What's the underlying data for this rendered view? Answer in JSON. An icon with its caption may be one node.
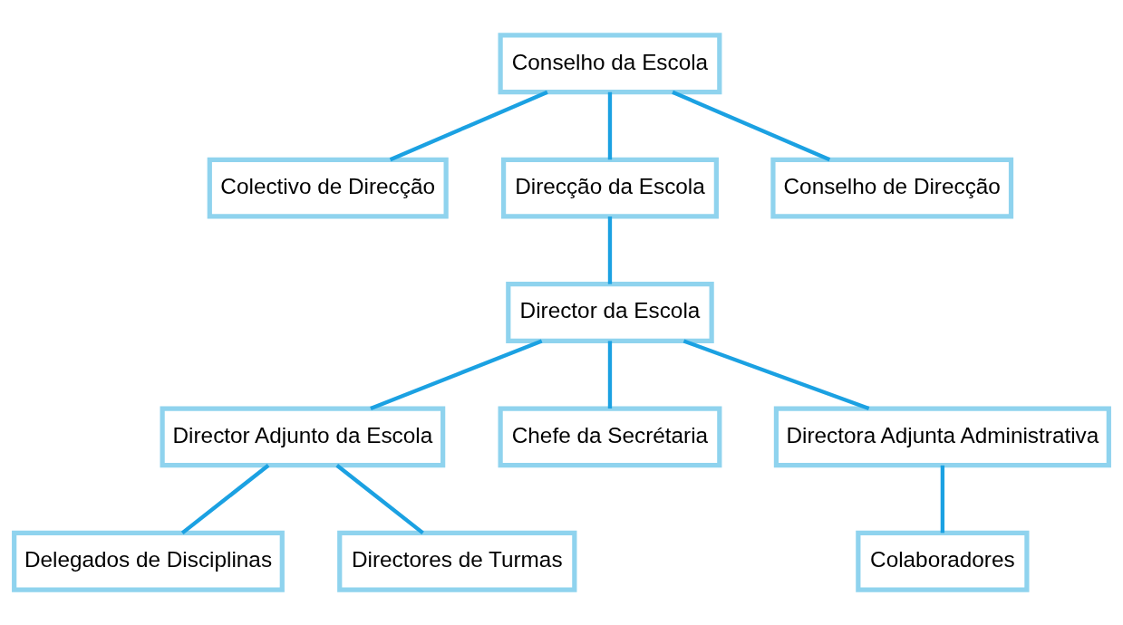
{
  "diagram": {
    "nodes": [
      {
        "text": [
          "Conselho da Escola"
        ]
      },
      {
        "text": [
          "Colectivo de Direcção"
        ]
      },
      {
        "text": [
          "Direcção da Escola"
        ]
      },
      {
        "text": [
          "Conselho de Direcção"
        ]
      },
      {
        "text": [
          "Director da Escola"
        ]
      },
      {
        "text": [
          "Director Adjunto da Escola"
        ]
      },
      {
        "text": [
          "Chefe da Secrétaria"
        ]
      },
      {
        "text": [
          "Directora Adjunta Administrativa"
        ]
      },
      {
        "text": [
          "Delegados de Disciplinas"
        ]
      },
      {
        "text": [
          "Directores de Turmas"
        ]
      },
      {
        "text": [
          "Colaboradores"
        ]
      }
    ],
    "edges": [
      {
        "from": 0,
        "to": 1,
        "arrow": "none"
      },
      {
        "from": 0,
        "to": 2,
        "arrow": "none"
      },
      {
        "from": 0,
        "to": 3,
        "arrow": "none"
      },
      {
        "from": 2,
        "to": 4,
        "arrow": "none"
      },
      {
        "from": 4,
        "to": 5,
        "arrow": "none"
      },
      {
        "from": 4,
        "to": 6,
        "arrow": "none"
      },
      {
        "from": 4,
        "to": 7,
        "arrow": "none"
      },
      {
        "from": 5,
        "to": 8,
        "arrow": "none"
      },
      {
        "from": 5,
        "to": 9,
        "arrow": "none"
      },
      {
        "from": 7,
        "to": 10,
        "arrow": "none"
      }
    ]
  }
}
